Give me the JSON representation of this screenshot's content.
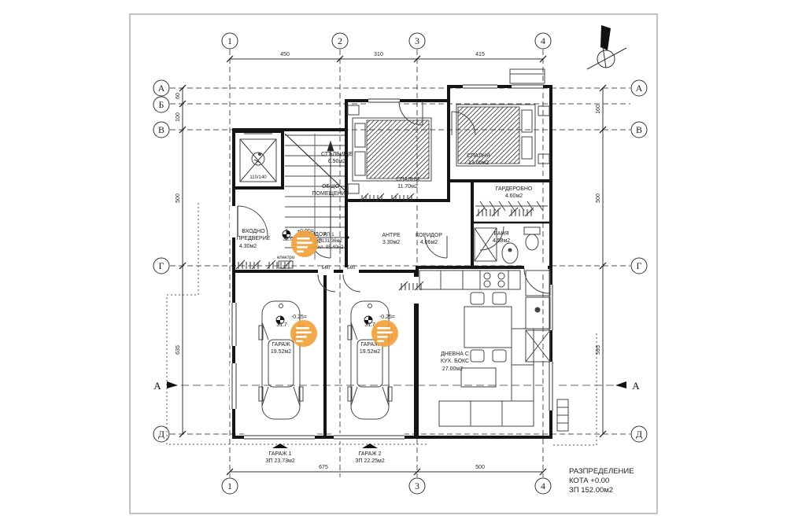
{
  "page_bg": "#ffffff",
  "line_color": "#1f1f1f",
  "pin_color": "#F2A33C",
  "grid": {
    "cols": [
      "1",
      "2",
      "3",
      "4"
    ],
    "cols_bottom": [
      "1",
      "3",
      "4"
    ],
    "rows_left": [
      "А",
      "Б",
      "В",
      "Г",
      "Д"
    ],
    "rows_right": [
      "А",
      "В",
      "Г",
      "Д"
    ]
  },
  "dims": {
    "top": [
      "450",
      "310",
      "415"
    ],
    "bottom": [
      "675",
      "500"
    ],
    "left": [
      "60",
      "100",
      "500",
      "635"
    ],
    "right": [
      "160",
      "500",
      "595"
    ]
  },
  "rooms": {
    "stairs": {
      "lines": [
        "СТЪЛБИЩЕ",
        "6.90м2"
      ]
    },
    "common": {
      "lines": [
        "ОБЩО",
        "ПОМЕЩЕНИЕ"
      ]
    },
    "bedroom1": {
      "lines": [
        "СПАЛНЯ",
        "11.70м2"
      ]
    },
    "bedroom2": {
      "lines": [
        "СПАЛНЯ",
        "13.00м2"
      ]
    },
    "wardrobe": {
      "lines": [
        "ГАРДЕРОБНО",
        "4.60м2"
      ]
    },
    "antre": {
      "lines": [
        "АНТРЕ",
        "3.30м2"
      ]
    },
    "corridor": {
      "lines": [
        "КОРИДОР",
        "4.06м2"
      ]
    },
    "hall": {
      "lines": [
        "КОРИДОР",
        "м2"
      ]
    },
    "bath": {
      "lines": [
        "БАНЯ",
        "4.58м2"
      ]
    },
    "entry": {
      "lines": [
        "ВХОДНО",
        "ПРЕДВЕРИЕ",
        "4.30м2"
      ]
    },
    "garage1": {
      "lines": [
        "ГАРАЖ",
        "19.52м2"
      ]
    },
    "garage2": {
      "lines": [
        "ГАРАЖ",
        "19.52м2"
      ]
    },
    "living": {
      "lines": [
        "ДНЕВНА С",
        "КУХ. БОКС",
        "27.00м2"
      ]
    }
  },
  "apartment": {
    "lines": [
      "АП 1",
      "ЗП131.36м2",
      "жил. 85.40м2"
    ]
  },
  "garage_titles": {
    "g1": {
      "lines": [
        "ГАРАЖ 1",
        "ЗП 23.73м2"
      ]
    },
    "g2": {
      "lines": [
        "ГАРАЖ 2",
        "ЗП 22.25м2"
      ]
    }
  },
  "levels": {
    "zero": "+0.00=",
    "zero_abs": "32.0",
    "minus1": "-0.25=",
    "minus1_abs": "31.7",
    "minus2": "-0.25=",
    "minus2_abs": "31.7"
  },
  "small_labels": {
    "elektro": "електро",
    "beam1": "Б60",
    "beam2": "Б60",
    "elevator": "110/140"
  },
  "section": {
    "label_left": "А",
    "label_right": "А"
  },
  "title_block": {
    "lines": [
      "РАЗПРЕДЕЛЕНИЕ",
      "КОТА +0.00",
      "ЗП 152.00м2"
    ]
  }
}
